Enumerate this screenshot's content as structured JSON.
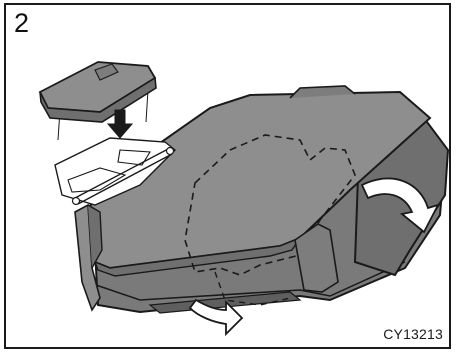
{
  "step_number": "2",
  "figure_code": "CY13213",
  "colors": {
    "outline": "#1a1a1a",
    "panel_fill": "#8e8e8e",
    "panel_dark": "#6f6f6f",
    "arrow_fill": "#ffffff"
  },
  "icons": [
    "cover-cap",
    "down-arrow",
    "rotate-arrow"
  ]
}
